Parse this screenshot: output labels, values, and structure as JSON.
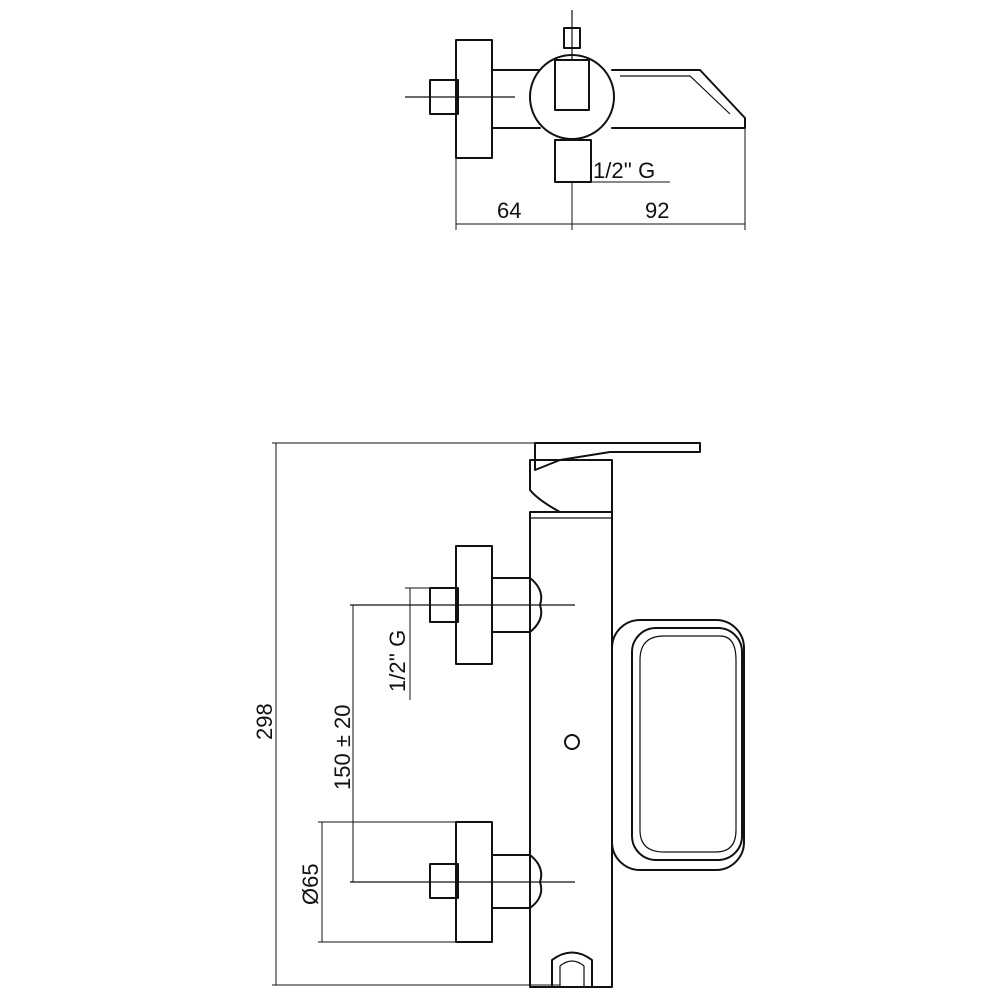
{
  "top_view": {
    "dim_left": "64",
    "dim_right": "92",
    "thread": "1/2'' G"
  },
  "front_view": {
    "height": "298",
    "centers": "150 ± 20",
    "thread": "1/2'' G",
    "diameter": "Ø65"
  }
}
